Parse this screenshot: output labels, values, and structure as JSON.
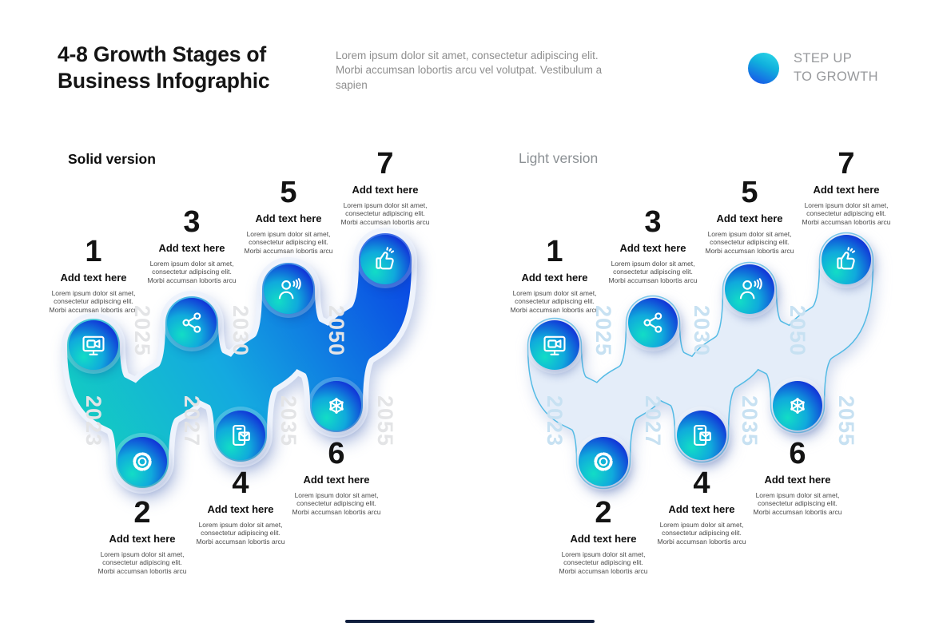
{
  "header": {
    "title": "4-8 Growth Stages of Business Infographic",
    "subtitle": "Lorem ipsum dolor sit amet, consectetur adipiscing elit. Morbi accumsan lobortis arcu vel volutpat. Vestibulum a sapien",
    "logo": {
      "line1": "STEP UP",
      "line2": "TO GROWTH"
    }
  },
  "sections": {
    "solid_label": "Solid version",
    "light_label": "Light version"
  },
  "stages": [
    {
      "number": "1",
      "year": "2023",
      "icon": "monitor-video-icon",
      "title": "Add text here",
      "body_lines": [
        "Lorem ipsum dolor sit amet,",
        "consectetur adipiscing elit.",
        "Morbi accumsan lobortis arcu"
      ]
    },
    {
      "number": "2",
      "year": "2025",
      "icon": "gear-icon",
      "title": "Add text here",
      "body_lines": [
        "Lorem ipsum dolor sit amet,",
        "consectetur adipiscing elit.",
        "Morbi accumsan lobortis arcu"
      ]
    },
    {
      "number": "3",
      "year": "2027",
      "icon": "share-icon",
      "title": "Add text here",
      "body_lines": [
        "Lorem ipsum dolor sit amet,",
        "consectetur adipiscing elit.",
        "Morbi accumsan lobortis arcu"
      ]
    },
    {
      "number": "4",
      "year": "2030",
      "icon": "phone-mail-icon",
      "title": "Add text here",
      "body_lines": [
        "Lorem ipsum dolor sit amet,",
        "consectetur adipiscing elit.",
        "Morbi accumsan lobortis arcu"
      ]
    },
    {
      "number": "5",
      "year": "2035",
      "icon": "person-speaking-icon",
      "title": "Add text here",
      "body_lines": [
        "Lorem ipsum dolor sit amet,",
        "consectetur adipiscing elit.",
        "Morbi accumsan lobortis arcu"
      ]
    },
    {
      "number": "6",
      "year": "2050",
      "icon": "network-hex-icon",
      "title": "Add text here",
      "body_lines": [
        "Lorem ipsum dolor sit amet,",
        "consectetur adipiscing elit.",
        "Morbi accumsan lobortis arcu"
      ]
    },
    {
      "number": "7",
      "year": "2055",
      "icon": "thumbs-up-icon",
      "title": "Add text here",
      "body_lines": [
        "Lorem ipsum dolor sit amet,",
        "consectetur adipiscing elit.",
        "Morbi accumsan lobortis arcu"
      ]
    }
  ],
  "colors": {
    "band_gradient_start": "#13d1bd",
    "band_gradient_mid": "#14a9e0",
    "band_gradient_end": "#0a46e4",
    "light_band_fill": "#e4edf9",
    "light_band_outline": "#54bbe5",
    "solid_year_text": "#e3e4e6",
    "light_year_text": "#c7e1f2",
    "circle_teal": "#12ddc6",
    "circle_blue": "#0b2bc4"
  }
}
